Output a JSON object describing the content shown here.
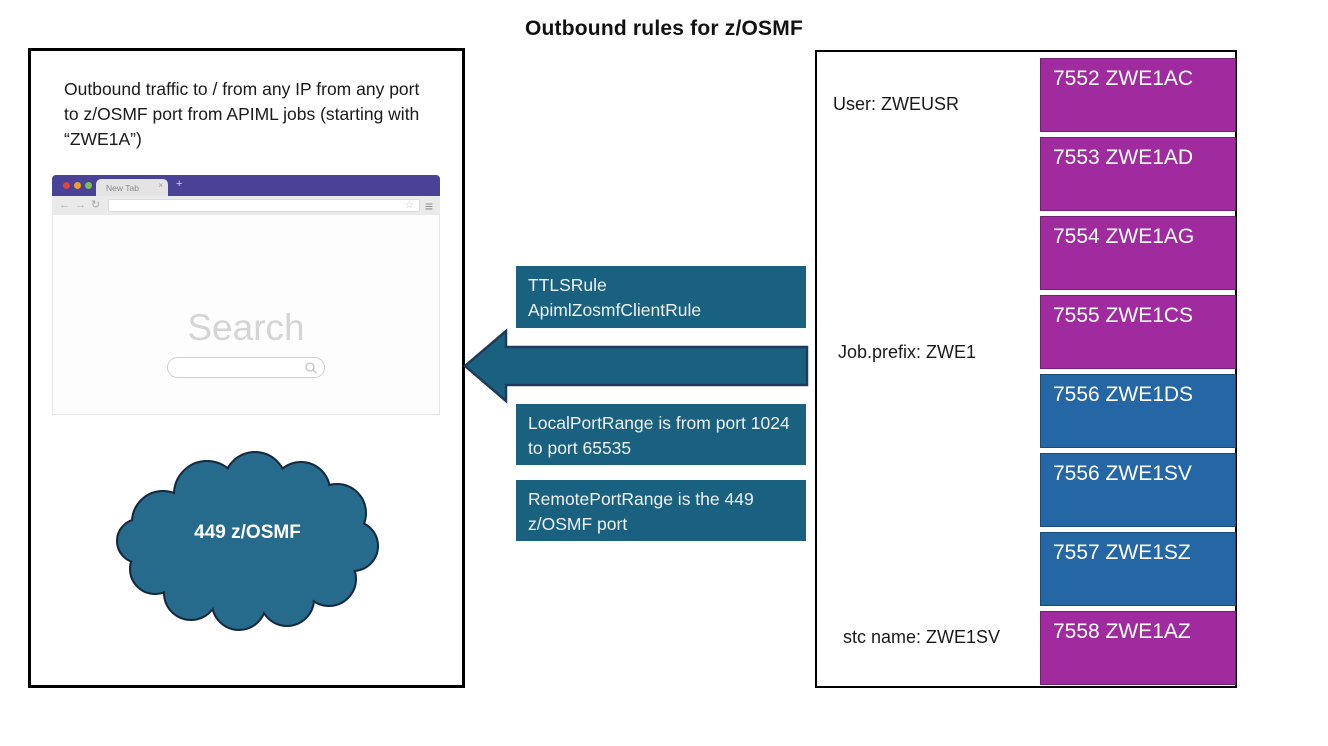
{
  "title": "Outbound rules for z/OSMF",
  "colors": {
    "teal_box": "#19617e",
    "arrow_fill": "#1a617f",
    "arrow_border": "#203a5f",
    "cloud_fill": "#266a8c",
    "cloud_border": "#14293f",
    "magenta_job": "#a02b9e",
    "blue_job": "#2567a5",
    "browser_bar": "#4a4296",
    "dot_red": "#e0443a",
    "dot_orange": "#ef9f31",
    "dot_green": "#7cc04a"
  },
  "left_panel": {
    "description": "Outbound traffic to / from any IP from any port to z/OSMF port from APIML jobs (starting with “ZWE1A”)",
    "browser": {
      "tab_label": "New Tab",
      "tab_close_icon": "×",
      "new_tab_icon": "+",
      "back_icon": "←",
      "forward_icon": "→",
      "reload_icon": "↻",
      "bookmark_icon": "☆",
      "menu_icon": "≡",
      "search_heading": "Search"
    },
    "cloud_label": "449 z/OSMF"
  },
  "middle_panel": {
    "rule_box": {
      "line1": "TTLSRule",
      "line2": "ApimlZosmfClientRule"
    },
    "local_port_box": "LocalPortRange is from port 1024 to port 65535",
    "remote_port_box": "RemotePortRange is the 449 z/OSMF port"
  },
  "right_panel": {
    "user_label": "User: ZWEUSR",
    "job_prefix_label": "Job.prefix: ZWE1",
    "stc_name_label": "stc name: ZWE1SV",
    "jobs": [
      {
        "label": "7552 ZWE1AC",
        "color": "#a02b9e"
      },
      {
        "label": "7553 ZWE1AD",
        "color": "#a02b9e"
      },
      {
        "label": "7554 ZWE1AG",
        "color": "#a02b9e"
      },
      {
        "label": "7555 ZWE1CS",
        "color": "#a02b9e"
      },
      {
        "label": "7556 ZWE1DS",
        "color": "#2567a5"
      },
      {
        "label": "7556 ZWE1SV",
        "color": "#2567a5"
      },
      {
        "label": "7557 ZWE1SZ",
        "color": "#2567a5"
      },
      {
        "label": "7558 ZWE1AZ",
        "color": "#a02b9e"
      }
    ]
  }
}
